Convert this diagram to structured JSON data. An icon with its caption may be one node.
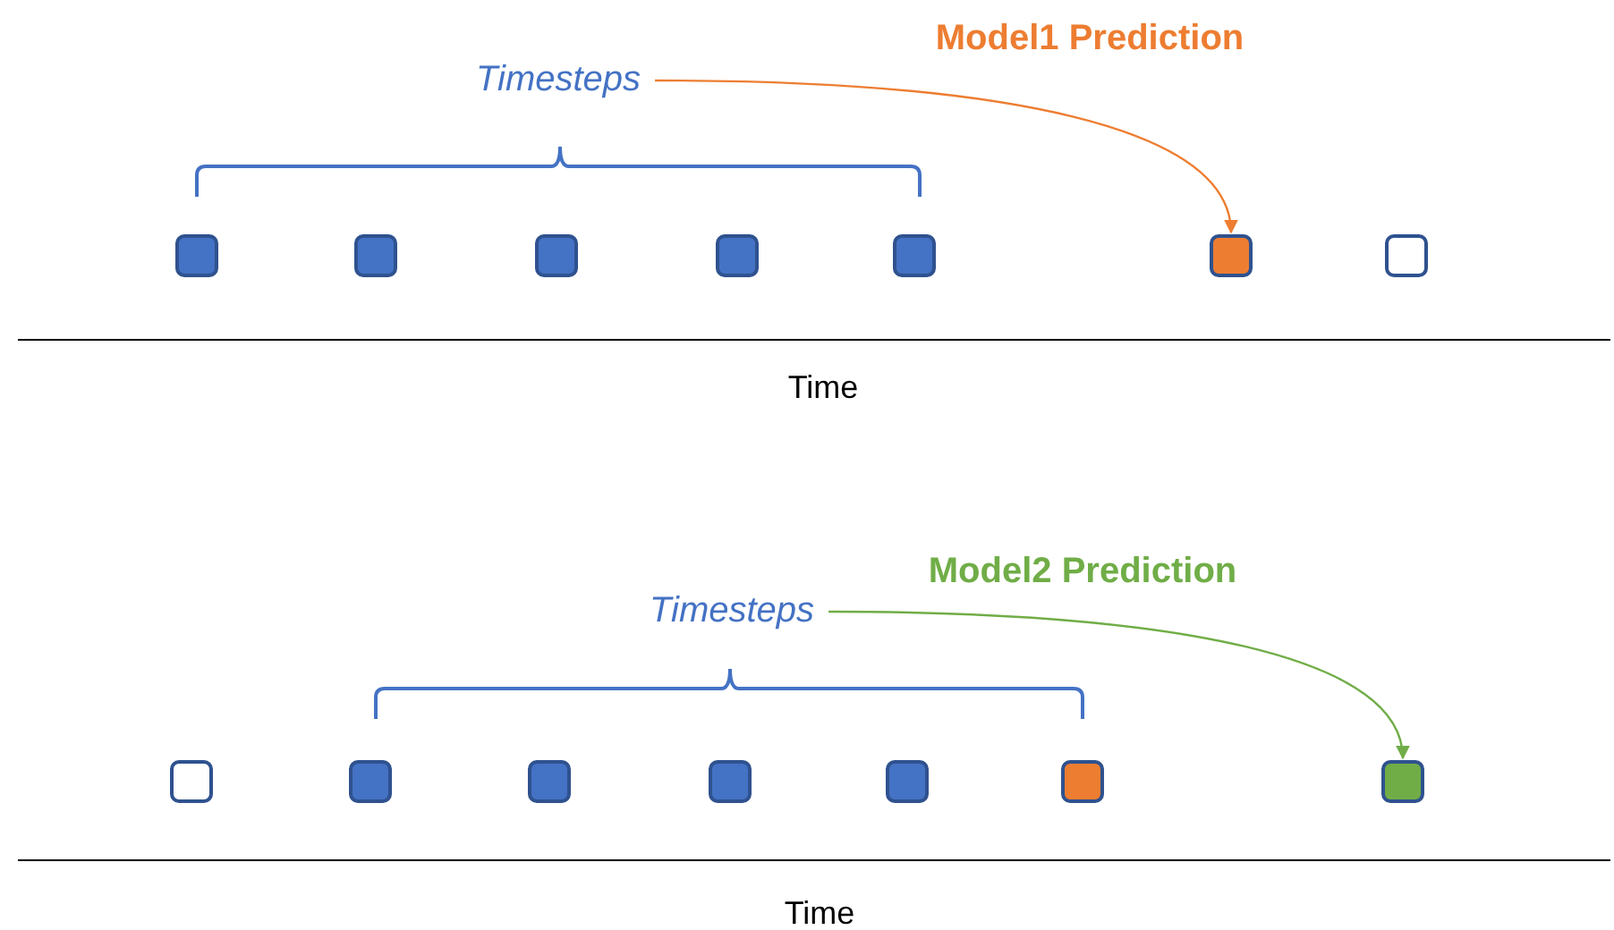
{
  "diagram": {
    "nodes": [
      {
        "text": [
          "Timesteps"
        ]
      },
      {
        "text": [],
        "shape": "box"
      },
      {
        "text": [],
        "shape": "box"
      },
      {
        "text": [],
        "shape": "box"
      },
      {
        "text": [],
        "shape": "box"
      },
      {
        "text": [],
        "shape": "box"
      },
      {
        "text": [],
        "shape": "box"
      },
      {
        "text": [],
        "shape": "box"
      },
      {
        "text": [
          "Timesteps"
        ]
      },
      {
        "text": [],
        "shape": "box"
      },
      {
        "text": [],
        "shape": "box"
      },
      {
        "text": [],
        "shape": "box"
      },
      {
        "text": [],
        "shape": "box"
      },
      {
        "text": [],
        "shape": "box"
      },
      {
        "text": [],
        "shape": "box"
      },
      {
        "text": [],
        "shape": "box"
      }
    ],
    "edges": [
      {
        "from": 0,
        "to": 6,
        "arrow": "to",
        "color": "#ed7d31"
      },
      {
        "from": 8,
        "to": 15,
        "arrow": "to",
        "color": "#70ad47"
      }
    ],
    "labels": [
      "Model1 Prediction",
      "Time",
      "Model2 Prediction",
      "Time"
    ]
  }
}
